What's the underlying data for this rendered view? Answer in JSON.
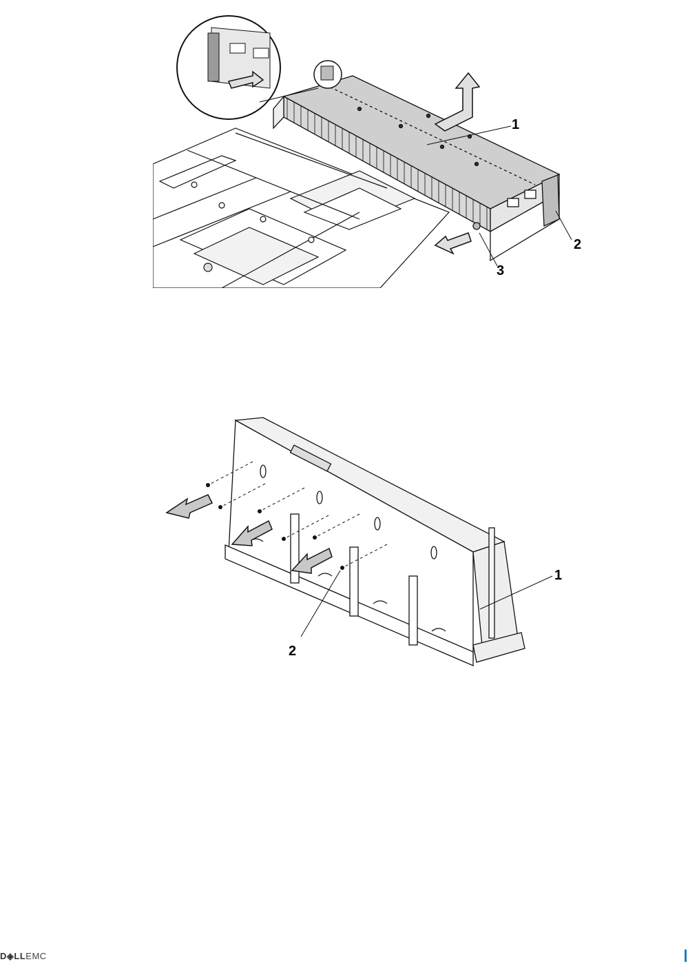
{
  "figure1": {
    "callouts": [
      "1",
      "2",
      "3"
    ],
    "icons": [
      "lift-up-arrow",
      "slide-right-arrow",
      "slide-out-arrow",
      "magnifier-detail-circle",
      "release-latch-highlight"
    ]
  },
  "figure2": {
    "callouts": [
      "1",
      "2"
    ],
    "icons": [
      "remove-arrow",
      "remove-arrow",
      "remove-arrow"
    ]
  },
  "footer": {
    "logo_dell": "D◈LL",
    "logo_emc": "EMC",
    "accent_color": "#1a7fb5"
  }
}
